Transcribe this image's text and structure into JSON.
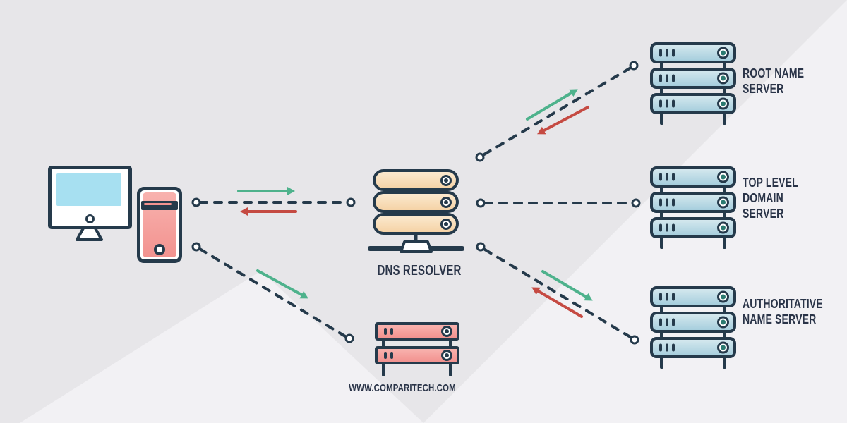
{
  "diagram": {
    "resolver_label": "DNS RESOLVER",
    "root_label": [
      "ROOT NAME",
      "SERVER"
    ],
    "tld_label": [
      "TOP LEVEL",
      "DOMAIN",
      "SERVER"
    ],
    "auth_label": [
      "AUTHORITATIVE",
      "NAME SERVER"
    ],
    "website_label": "WWW.COMPARITECH.COM",
    "nodes": [
      {
        "id": "client",
        "icon": "desktop-computer-icon"
      },
      {
        "id": "dns-resolver",
        "icon": "server-stack-icon",
        "label": "DNS RESOLVER"
      },
      {
        "id": "root-name-server",
        "icon": "server-rack-icon",
        "label": "ROOT NAME SERVER"
      },
      {
        "id": "top-level-domain-server",
        "icon": "server-rack-icon",
        "label": "TOP LEVEL DOMAIN SERVER"
      },
      {
        "id": "authoritative-name-server",
        "icon": "server-rack-icon",
        "label": "AUTHORITATIVE NAME SERVER"
      },
      {
        "id": "web-server",
        "icon": "web-server-icon",
        "label": "WWW.COMPARITECH.COM"
      }
    ],
    "edges": [
      {
        "from": "client",
        "to": "dns-resolver",
        "style": "dashed",
        "green_arrow": true,
        "red_arrow": true
      },
      {
        "from": "dns-resolver",
        "to": "root-name-server",
        "style": "dashed",
        "green_arrow": true,
        "red_arrow": true
      },
      {
        "from": "dns-resolver",
        "to": "top-level-domain-server",
        "style": "dashed",
        "green_arrow": false,
        "red_arrow": false
      },
      {
        "from": "dns-resolver",
        "to": "authoritative-name-server",
        "style": "dashed",
        "green_arrow": true,
        "red_arrow": true
      },
      {
        "from": "client",
        "to": "web-server",
        "style": "dashed",
        "green_arrow": true,
        "red_arrow": false
      }
    ],
    "icons": {
      "desktop-computer-icon": "css-shape",
      "server-stack-icon": "css-shape",
      "server-rack-icon": "css-shape",
      "web-server-icon": "css-shape",
      "query-arrow-icon": "green right/forward arrow",
      "response-arrow-icon": "red back arrow",
      "connector-endpoint-icon": "small open circle"
    },
    "colors": {
      "outline_navy": "#253a4b",
      "text_navy": "#2a3448",
      "background": "#e7e6e9",
      "background_light": "#f2f1f4",
      "server_blue": "#a6cedd",
      "server_blue_light": "#d4e8ee",
      "resolver_tan": "#f5d3a6",
      "resolver_tan_light": "#fbe9cf",
      "client_pink": "#f2928f",
      "client_pink_light": "#f8b2ae",
      "screen_blue": "#a7e0f1",
      "port_teal": "#2b7a70",
      "arrow_green": "#4eb28c",
      "arrow_red": "#c54a42",
      "white": "#ffffff"
    }
  }
}
